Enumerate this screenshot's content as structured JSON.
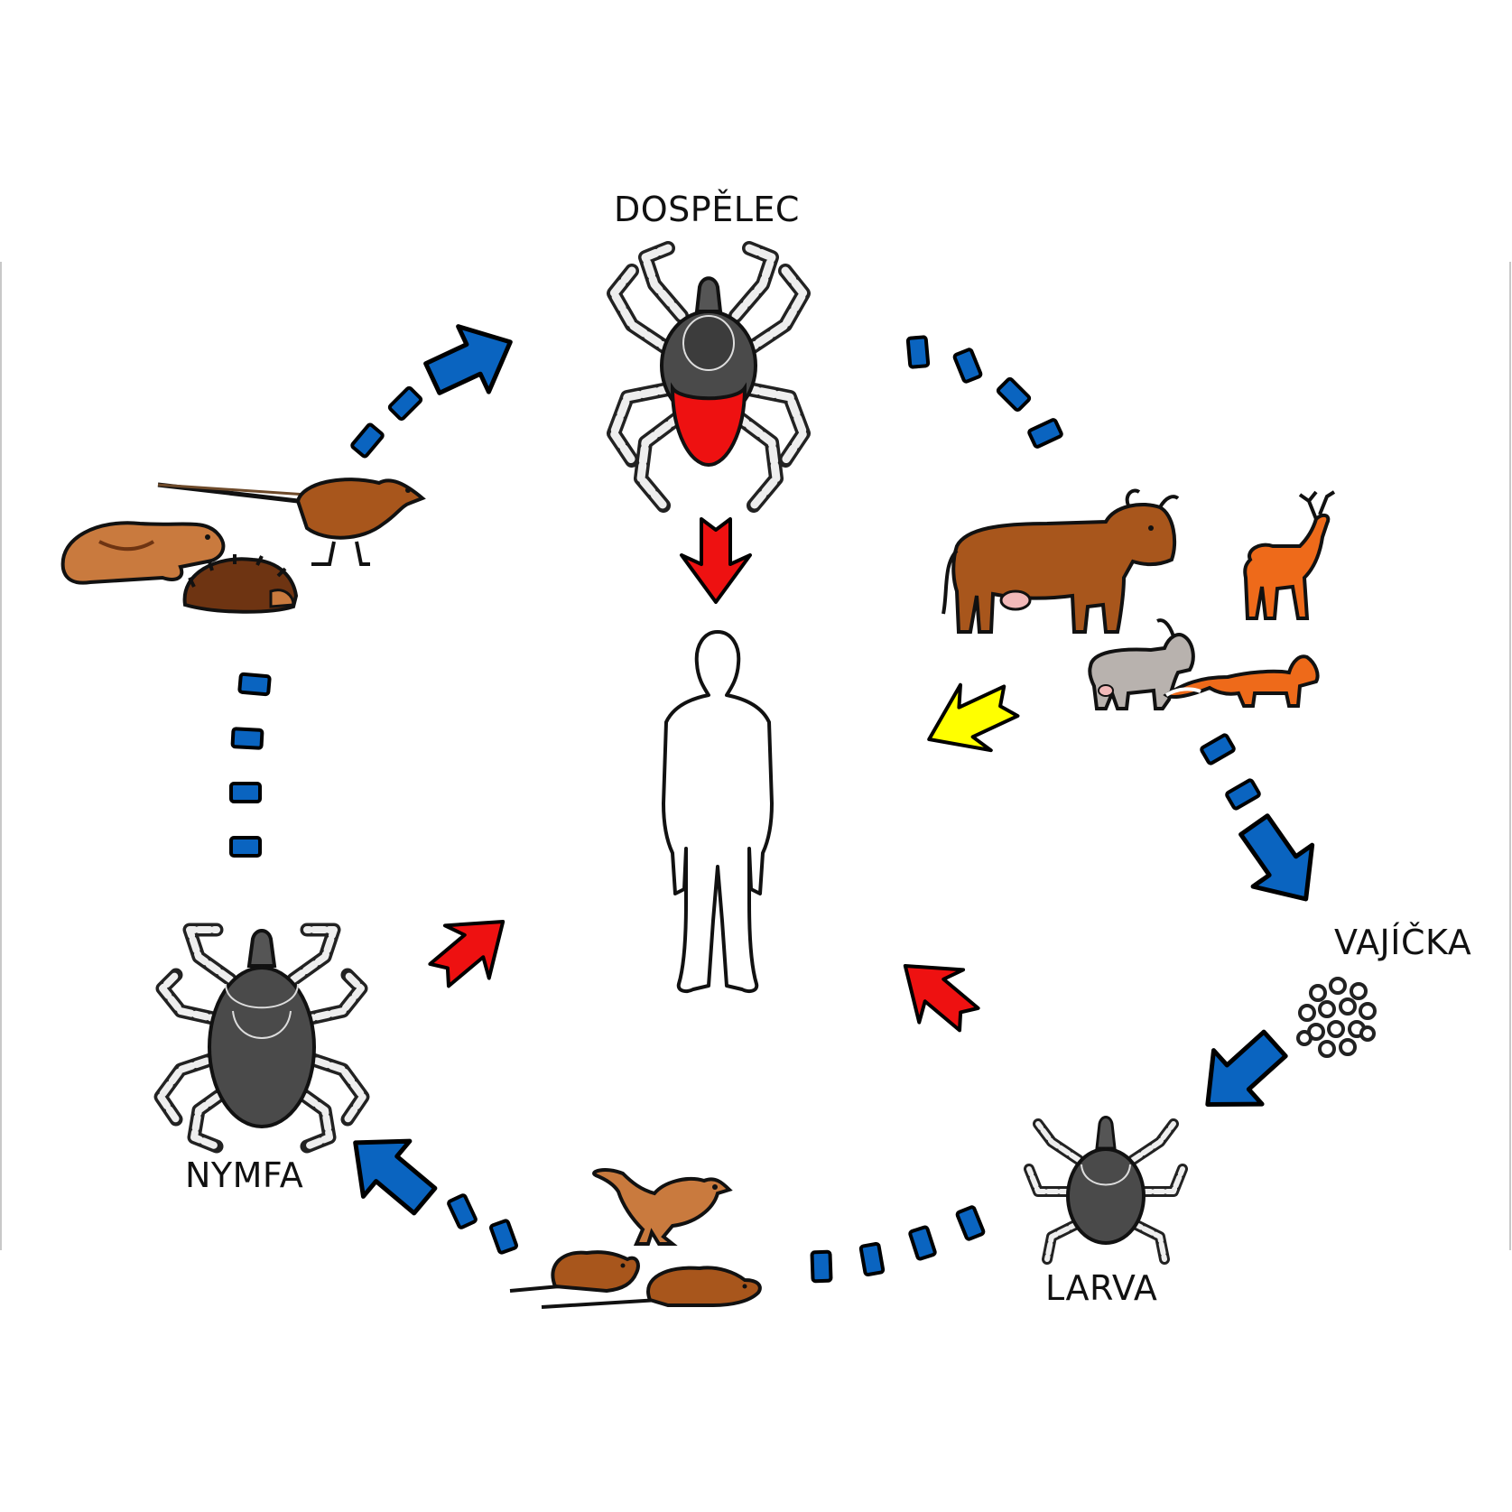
{
  "labels": {
    "adult": "DOSPĚLEC",
    "eggs": "VAJÍČKA",
    "nymph": "NYMFA",
    "larva": "LARVA"
  },
  "colors": {
    "blue": "#0a64c0",
    "red": "#ee1111",
    "yellow": "#ffff00",
    "tick_body": "#4a4a4a",
    "tick_abdomen_red": "#ee1111",
    "fur_brown": "#a8561c",
    "fur_light": "#c97a3e",
    "fox_orange": "#ee6a1a",
    "goat_grey": "#b8b2ae"
  }
}
